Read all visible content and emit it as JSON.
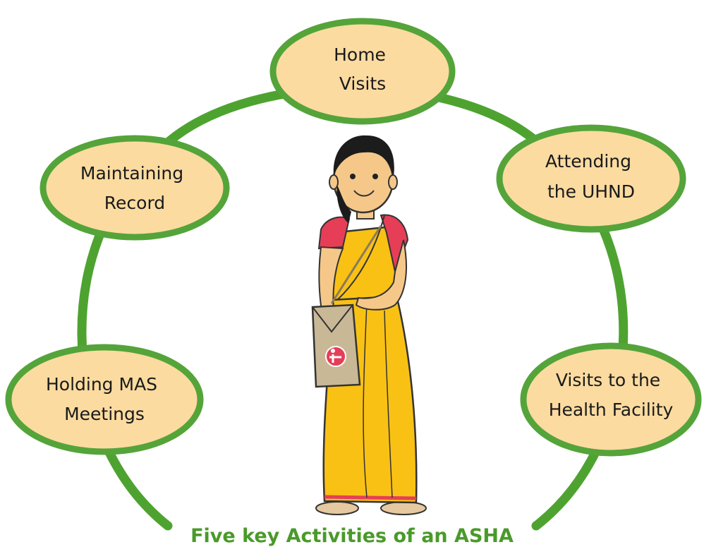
{
  "colors": {
    "ring_green": "#4ea330",
    "node_fill": "#fbdba0",
    "node_stroke": "#54a43a",
    "caption_green": "#4a9a2a",
    "sari_yellow": "#f9c114",
    "blouse_red": "#e63e57",
    "skin": "#f5c88a",
    "bag_tan": "#c9b896",
    "hair": "#1c1c1c"
  },
  "nodes": [
    {
      "id": "home-visits",
      "lines": [
        "Home",
        "Visits"
      ]
    },
    {
      "id": "maintaining-record",
      "lines": [
        "Maintaining",
        "Record"
      ]
    },
    {
      "id": "attending-uhnd",
      "lines": [
        "Attending",
        "the UHND"
      ]
    },
    {
      "id": "holding-mas-meetings",
      "lines": [
        "Holding MAS",
        "Meetings"
      ]
    },
    {
      "id": "visits-health-facility",
      "lines": [
        "Visits to the",
        "Health Facility"
      ]
    }
  ],
  "caption": "Five key Activities of an ASHA",
  "icons": {
    "figure": "asha-worker-illustration",
    "bag_logo": "asha-logo-icon"
  }
}
